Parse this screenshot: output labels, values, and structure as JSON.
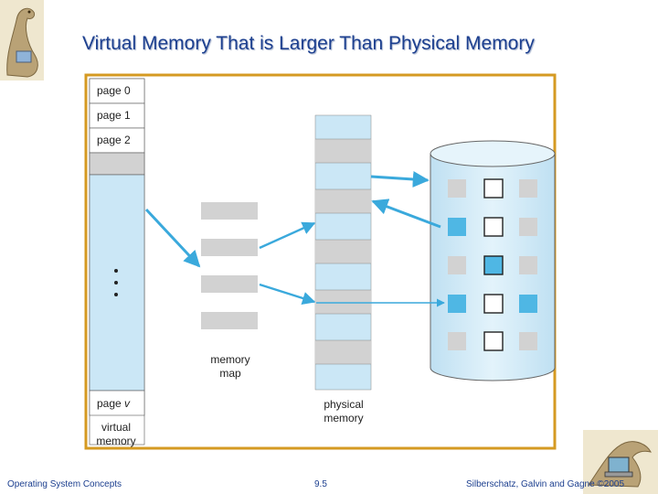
{
  "slide": {
    "title": "Virtual Memory That is Larger Than Physical Memory"
  },
  "diagram": {
    "virtual_pages": [
      "page 0",
      "page 1",
      "page 2"
    ],
    "last_page_prefix": "page ",
    "last_page_var": "v",
    "virtual_label": [
      "virtual",
      "memory"
    ],
    "memory_map_label": [
      "memory",
      "map"
    ],
    "physical_label": [
      "physical",
      "memory"
    ]
  },
  "footer": {
    "left": "Operating System Concepts",
    "center": "9.5",
    "right": "Silberschatz, Galvin and Gagne ©2005"
  },
  "colors": {
    "title": "#1c3f8f",
    "frame": "#d59a22",
    "light_blue": "#cbe7f6",
    "gray": "#d2d2d2",
    "arrow": "#3aa9dc"
  }
}
